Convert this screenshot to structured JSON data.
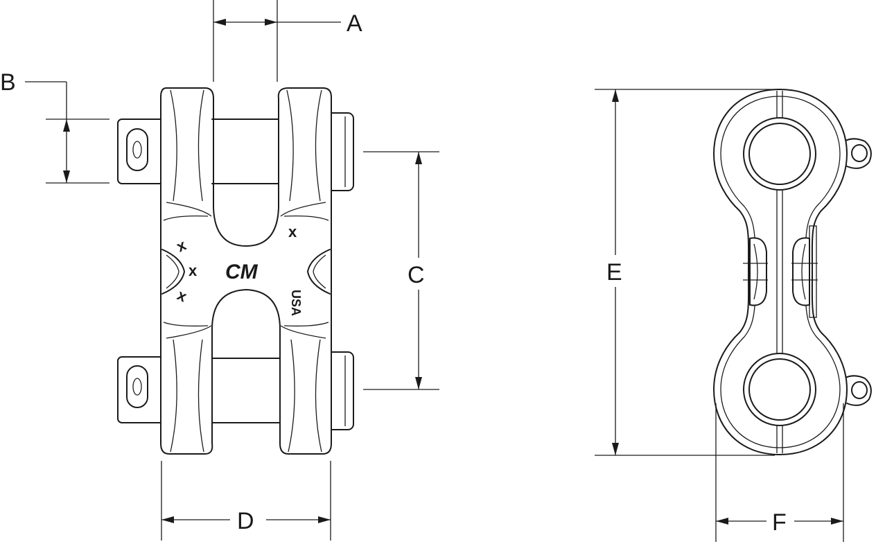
{
  "dimensions": {
    "a": "A",
    "b": "B",
    "c": "C",
    "d": "D",
    "e": "E",
    "f": "F"
  },
  "markings": {
    "logo": "CM",
    "country": "USA",
    "x_mark": "x"
  }
}
